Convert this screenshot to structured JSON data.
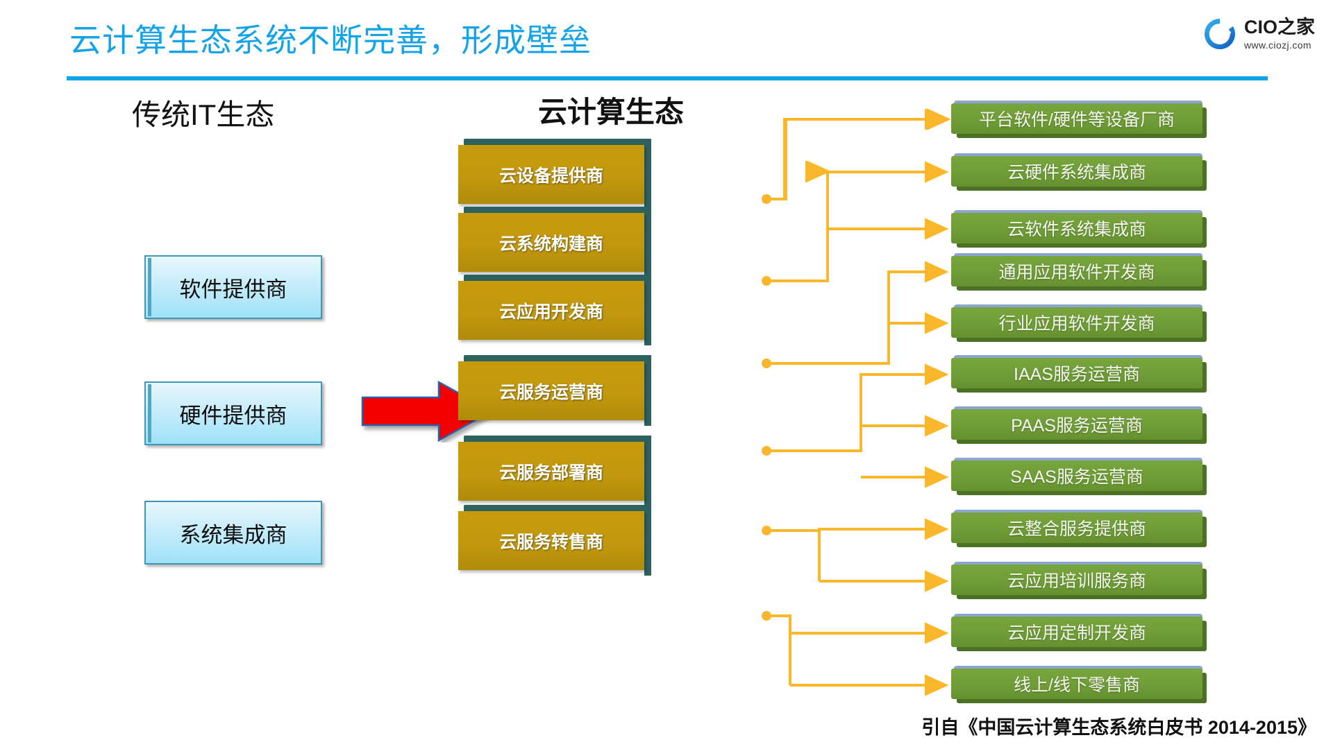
{
  "header": {
    "title": "云计算生态系统不断完善，形成壁垒",
    "rule_color": "#14A3E8",
    "title_color": "#14A3E8"
  },
  "logo": {
    "name": "CIO之家",
    "url": "www.ciozj.com",
    "mark_color": "#1a7fd4"
  },
  "columns": {
    "legacy": {
      "heading": "传统IT生态",
      "items": [
        {
          "label": "软件提供商"
        },
        {
          "label": "硬件提供商"
        },
        {
          "label": "系统集成商"
        }
      ]
    },
    "cloud": {
      "heading": "云计算生态",
      "items": [
        {
          "label": "云设备提供商"
        },
        {
          "label": "云系统构建商"
        },
        {
          "label": "云应用开发商"
        },
        {
          "label": "云服务运营商"
        },
        {
          "label": "云服务部署商"
        },
        {
          "label": "云服务转售商"
        }
      ]
    },
    "roles": {
      "items": [
        {
          "label": "平台软件/硬件等设备厂商"
        },
        {
          "label": "云硬件系统集成商"
        },
        {
          "label": "云软件系统集成商"
        },
        {
          "label": "通用应用软件开发商"
        },
        {
          "label": "行业应用软件开发商"
        },
        {
          "label": "IAAS服务运营商"
        },
        {
          "label": "PAAS服务运营商"
        },
        {
          "label": "SAAS服务运营商"
        },
        {
          "label": "云整合服务提供商"
        },
        {
          "label": "云应用培训服务商"
        },
        {
          "label": "云应用定制开发商"
        },
        {
          "label": "线上/线下零售商"
        }
      ]
    }
  },
  "transition_arrow": {
    "name": "red-right-arrow",
    "color": "#F40000"
  },
  "connector": {
    "color": "#FBB72C",
    "note": "elbow connectors from cloud roles to ecosystem roles"
  },
  "footer": {
    "citation": "引自《中国云计算生态系统白皮书 2014-2015》"
  },
  "palette": {
    "title_blue": "#14A3E8",
    "box_blue_fill": "#C9EDFB",
    "box_blue_border": "#3F97B8",
    "box_gold_fill": "#C2980D",
    "box_gold_bevel": "#2D6160",
    "box_green_fill": "#6F9C37",
    "box_green_top": "#8AA5CF",
    "arrow_red": "#F40000",
    "connector_amber": "#FBB72C"
  }
}
